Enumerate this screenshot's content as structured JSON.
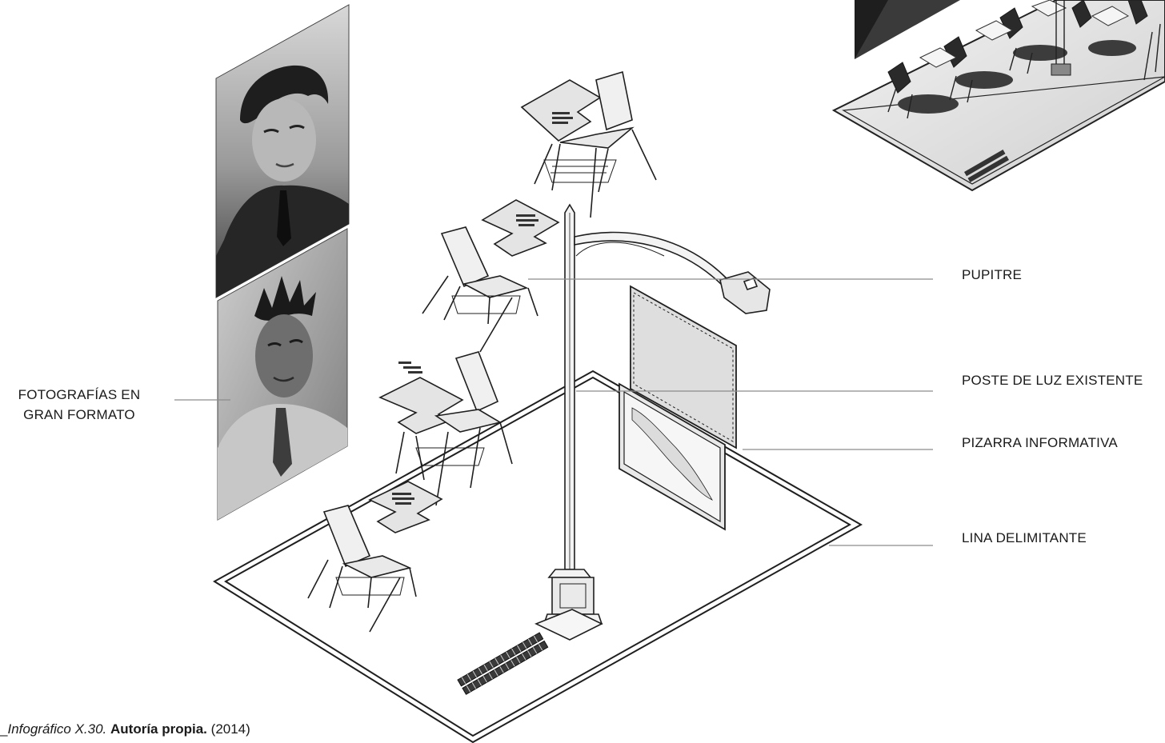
{
  "labels": {
    "photos_line1": "FOTOGRAFÍAS EN",
    "photos_line2": "GRAN FORMATO",
    "pupitre": "PUPITRE",
    "poste": "POSTE DE LUZ EXISTENTE",
    "pizarra": "PIZARRA INFORMATIVA",
    "linea": "LINA DELIMITANTE"
  },
  "caption": {
    "prefix": "_",
    "figure": "Infográfico X.30.",
    "author": "Autoría propia.",
    "year": "(2014)"
  },
  "colors": {
    "line": "#1f1f1f",
    "leader": "#8c8c8c",
    "photo_dark": "#2a2a2a",
    "photo_mid": "#8a8a8a",
    "board": "#e2e2e2"
  }
}
